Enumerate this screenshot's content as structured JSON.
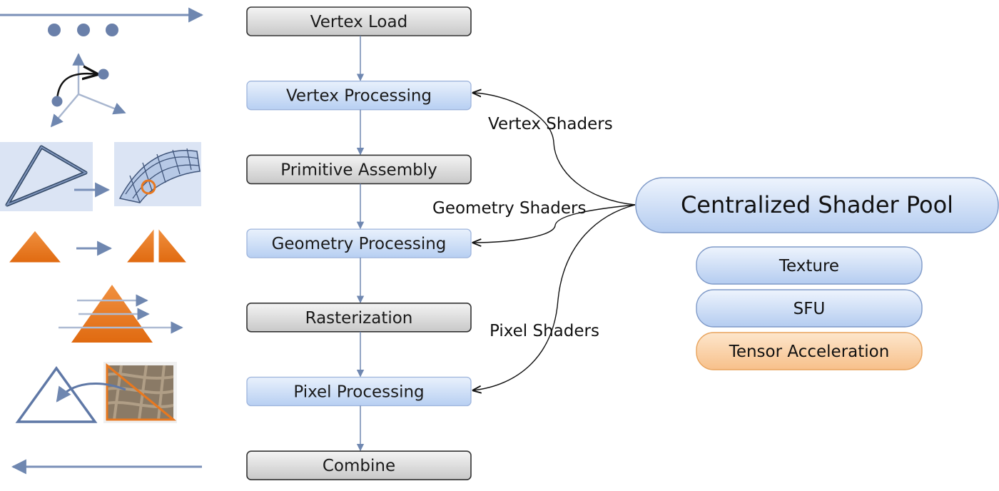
{
  "pipeline": {
    "stages": [
      {
        "label": "Vertex Load",
        "kind": "fixed"
      },
      {
        "label": "Vertex Processing",
        "kind": "programmable"
      },
      {
        "label": "Primitive Assembly",
        "kind": "fixed"
      },
      {
        "label": "Geometry Processing",
        "kind": "programmable"
      },
      {
        "label": "Rasterization",
        "kind": "fixed"
      },
      {
        "label": "Pixel Processing",
        "kind": "programmable"
      },
      {
        "label": "Combine",
        "kind": "fixed"
      }
    ]
  },
  "shaders": {
    "vertex": "Vertex Shaders",
    "geometry": "Geometry Shaders",
    "pixel": "Pixel Shaders"
  },
  "pool": {
    "title": "Centralized Shader Pool",
    "units": [
      {
        "label": "Texture",
        "kind": "blue"
      },
      {
        "label": "SFU",
        "kind": "blue"
      },
      {
        "label": "Tensor Acceleration",
        "kind": "orange"
      }
    ]
  },
  "colors": {
    "fixed_fill": "#dcdcdc",
    "programmable_fill": "#c9dcf7",
    "arrow": "#6f87b0",
    "accent_orange": "#e8781f",
    "tensor_fill": "#fbd3a8"
  }
}
